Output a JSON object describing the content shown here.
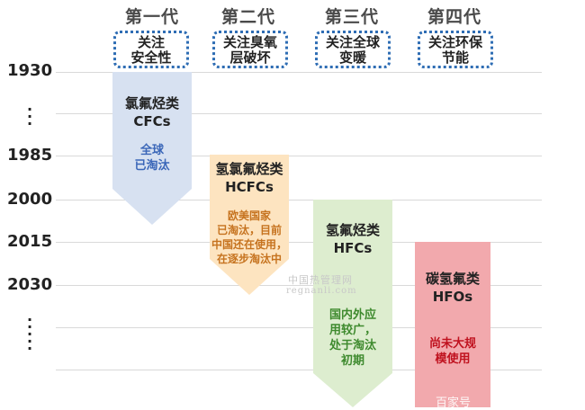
{
  "generations": [
    {
      "title": "第一代",
      "focus": [
        "关注",
        "安全性"
      ],
      "name": [
        "氯氟烃类",
        "CFCs"
      ],
      "note": [
        "全球",
        "已淘汰"
      ],
      "color": "#d7e1f1",
      "note_color": "#3a66b8"
    },
    {
      "title": "第二代",
      "focus": [
        "关注臭氧",
        "层破坏"
      ],
      "name": [
        "氢氯氟烃类",
        "HCFCs"
      ],
      "note": [
        "欧美国家",
        "已淘汰，目前",
        "中国还在使用，",
        "在逐步淘汰中"
      ],
      "color": "#fde4c0",
      "note_color": "#c6731f"
    },
    {
      "title": "第三代",
      "focus": [
        "关注全球",
        "变暖"
      ],
      "name": [
        "氢氟烃类",
        "HFCs"
      ],
      "note": [
        "国内外应",
        "用较广，",
        "处于淘汰",
        "初期"
      ],
      "color": "#ddedcf",
      "note_color": "#3e8a2e"
    },
    {
      "title": "第四代",
      "focus": [
        "关注环保",
        "节能"
      ],
      "name": [
        "碳氢氟类",
        "HFOs"
      ],
      "note": [
        "尚未大规",
        "模使用"
      ],
      "color": "#f2a9ad",
      "note_color": "#c0121f"
    }
  ],
  "years": [
    "1930",
    "1985",
    "2000",
    "2015",
    "2030"
  ],
  "watermark": {
    "line1": "中国热管理网",
    "line2": "regnanli.com",
    "corner": "百家号"
  }
}
